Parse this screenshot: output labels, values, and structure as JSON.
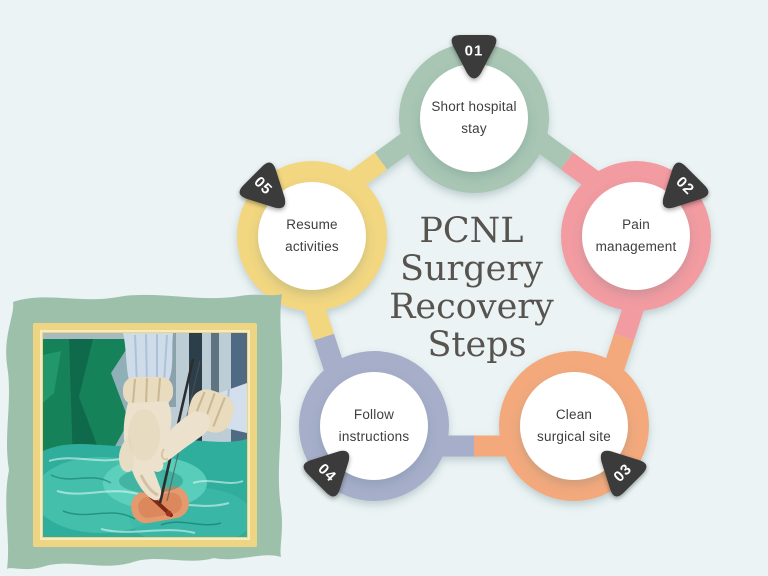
{
  "canvas": {
    "background": "#ebf3f4"
  },
  "title": {
    "lines": [
      "PCNL",
      "Surgery",
      "Recovery",
      "Steps"
    ],
    "color": "#57544f"
  },
  "steps": [
    {
      "number": "01",
      "line1": "Short hospital",
      "line2": "stay",
      "color": "#a8c6b3"
    },
    {
      "number": "02",
      "line1": "Pain",
      "line2": "management",
      "color": "#f29ba1"
    },
    {
      "number": "03",
      "line1": "Clean",
      "line2": "surgical site",
      "color": "#f3a97b"
    },
    {
      "number": "04",
      "line1": "Follow",
      "line2": "instructions",
      "color": "#a6aeca"
    },
    {
      "number": "05",
      "line1": "Resume",
      "line2": "activities",
      "color": "#f2d680"
    }
  ],
  "badge": {
    "background": "#3a3a3a",
    "text_color": "#ffffff"
  },
  "label_color": "#3e3e42",
  "photo": {
    "mat_color": "#9dc0ab",
    "frame_color": "#eed584"
  }
}
